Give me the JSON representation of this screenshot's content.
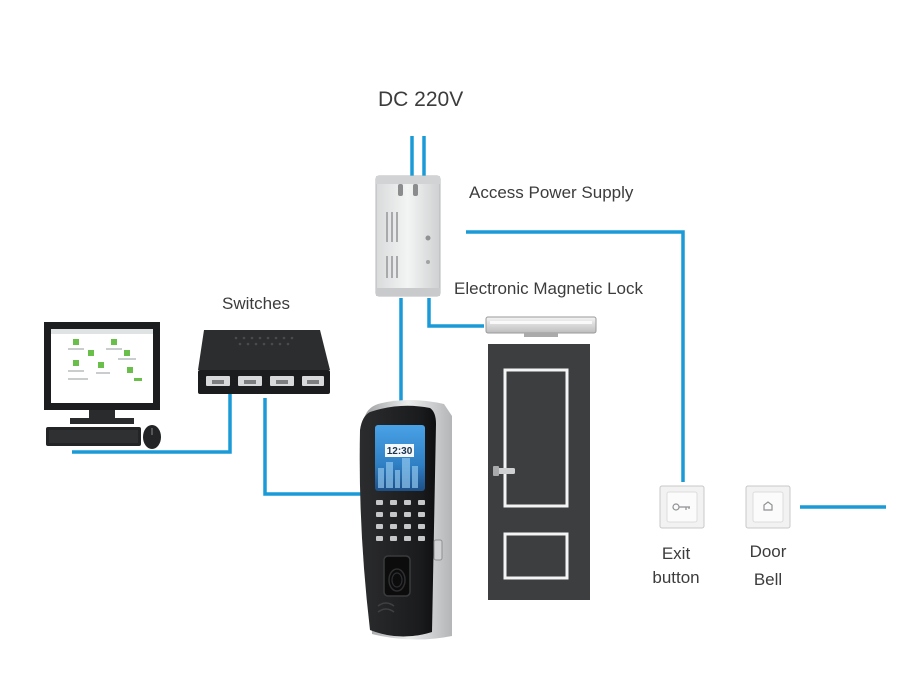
{
  "labels": {
    "power_input": "DC 220V",
    "power_supply": "Access Power Supply",
    "magnetic_lock": "Electronic Magnetic Lock",
    "switches": "Switches",
    "exit_button_line1": "Exit",
    "exit_button_line2": "button",
    "door_bell_line1": "Door",
    "door_bell_line2": "Bell"
  },
  "terminal": {
    "clock": "12:30"
  },
  "colors": {
    "wire": "#1a9bd8",
    "label_text": "#3c3c3c",
    "door": "#3d3e40",
    "device_dark": "#1f2022",
    "supply_body": "#e9eaea"
  }
}
